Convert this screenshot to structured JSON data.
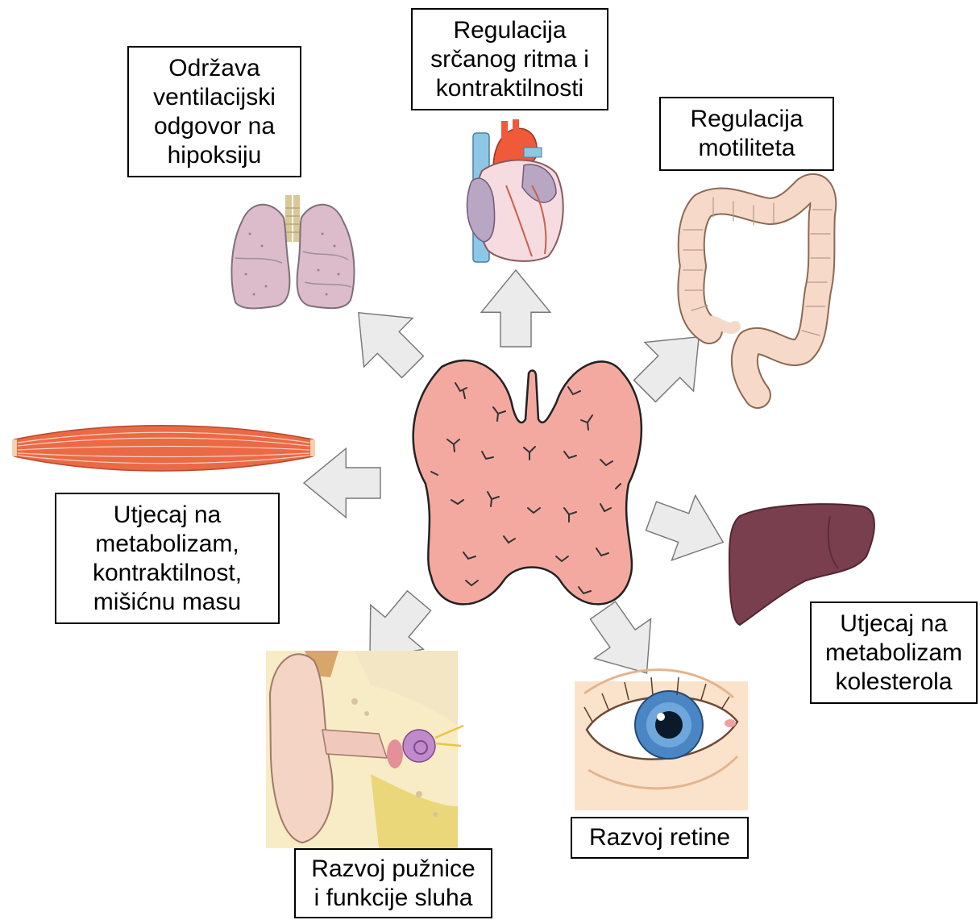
{
  "labels": {
    "lungs": [
      "Održava",
      "ventilacijski",
      "odgovor na",
      "hipoksiju"
    ],
    "heart": [
      "Regulacija",
      "srčanog ritma i",
      "kontraktilnosti"
    ],
    "colon": [
      "Regulacija",
      "motiliteta"
    ],
    "muscle": [
      "Utjecaj na",
      "metabolizam,",
      "kontraktilnost,",
      "mišićnu masu"
    ],
    "liver": [
      "Utjecaj na",
      "metabolizam",
      "kolesterola"
    ],
    "ear": [
      "Razvoj pužnice",
      "i funkcije sluha"
    ],
    "eye": [
      "Razvoj retine"
    ]
  },
  "colors": {
    "thyroid": "#f4a9a0",
    "arrow_fill": "#ebebeb",
    "arrow_stroke": "#777777",
    "muscle": "#ea6a45",
    "liver": "#7a3f4e",
    "lungs": "#dcbccb",
    "heart_aorta": "#ee5a3a",
    "heart_vein": "#8ec7e5",
    "colon": "#f6d9c8",
    "iris": "#4a86c4"
  }
}
